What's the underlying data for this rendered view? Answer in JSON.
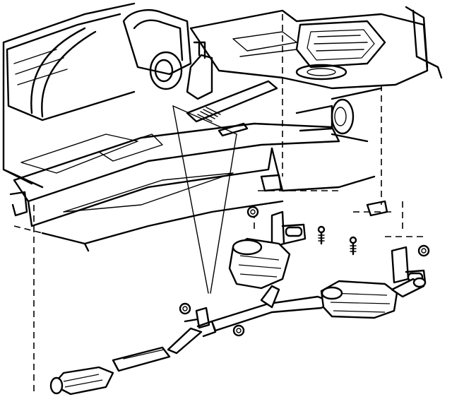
{
  "diagram": {
    "line_color": "#000000",
    "background": "#ffffff",
    "parts": [
      "vehicle-underbody",
      "floor-pan",
      "frame-rail",
      "crossmember",
      "front-pipe",
      "catalytic-converter",
      "resonator",
      "intermediate-pipe",
      "front-muffler",
      "rear-muffler",
      "tailpipe",
      "hanger-bracket",
      "hanger-bolt",
      "hanger-nut",
      "callout-lines"
    ]
  }
}
